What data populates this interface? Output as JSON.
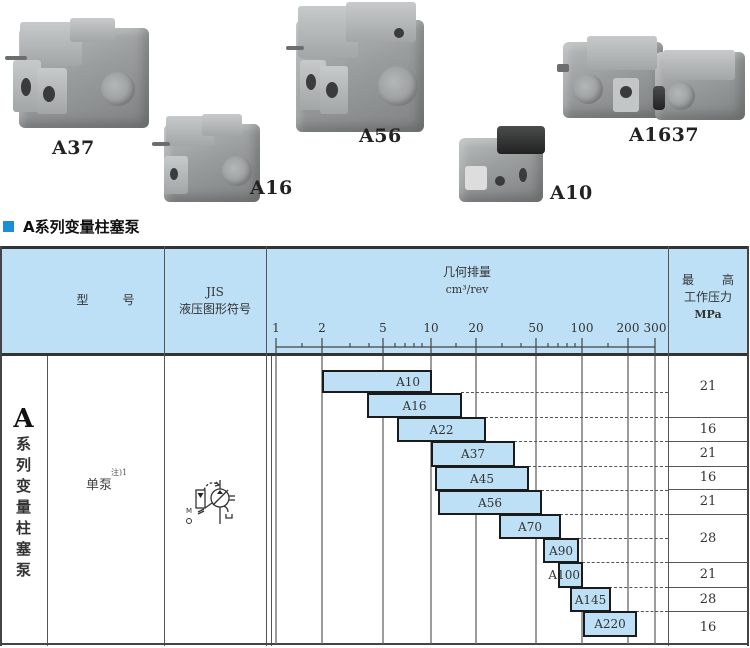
{
  "products": [
    {
      "label": "A37"
    },
    {
      "label": "A16"
    },
    {
      "label": "A56"
    },
    {
      "label": "A10"
    },
    {
      "label": "A1637"
    }
  ],
  "section_title": "A系列变量柱塞泵",
  "colors": {
    "accent_square": "#1a8fd6",
    "header_bg": "#bde0f6",
    "bar_fill": "#bde0f6",
    "bar_border": "#1b1b1b"
  },
  "table": {
    "headers": {
      "model": "型　　号",
      "model_part1": "型",
      "model_part2": "号",
      "jis_line1": "JIS",
      "jis_line2": "液压图形符号",
      "displacement_line1": "几何排量",
      "displacement_line2": "cm³/rev",
      "pressure_line1a": "最",
      "pressure_line1b": "高",
      "pressure_line2": "工作压力",
      "pressure_line3": "MPa"
    },
    "series_label_big": "A",
    "series_label_chars": [
      "系",
      "列",
      "变",
      "量",
      "柱",
      "塞",
      "泵"
    ],
    "type_label": "单泵",
    "type_note": "注)1",
    "jis_symbol": "variable-pump-symbol",
    "pressures": [
      "21",
      "16",
      "21",
      "16",
      "21",
      "28",
      "21",
      "28",
      "16"
    ]
  },
  "chart_data": {
    "type": "bar",
    "orientation": "horizontal-range",
    "title": "几何排量",
    "xlabel": "cm³/rev",
    "xscale": "log",
    "xlim": [
      1,
      300
    ],
    "x_ticks": [
      1,
      2,
      5,
      10,
      20,
      50,
      100,
      200,
      300
    ],
    "minor_ticks": [
      1.5,
      3,
      4,
      6,
      7,
      8,
      9,
      15,
      30,
      40,
      60,
      70,
      80,
      90,
      150
    ],
    "series": [
      {
        "name": "A10",
        "min": 2,
        "max": 10,
        "max_pressure_mpa": 21
      },
      {
        "name": "A16",
        "min": 4,
        "max": 16,
        "max_pressure_mpa": 21
      },
      {
        "name": "A22",
        "min": 6,
        "max": 22,
        "max_pressure_mpa": 16
      },
      {
        "name": "A37",
        "min": 10,
        "max": 37,
        "max_pressure_mpa": 21
      },
      {
        "name": "A45",
        "min": 11,
        "max": 45,
        "max_pressure_mpa": 16
      },
      {
        "name": "A56",
        "min": 11.5,
        "max": 56,
        "max_pressure_mpa": 21
      },
      {
        "name": "A70",
        "min": 27,
        "max": 70,
        "max_pressure_mpa": 28
      },
      {
        "name": "A90",
        "min": 55,
        "max": 90,
        "max_pressure_mpa": 28
      },
      {
        "name": "A100",
        "min": 70,
        "max": 100,
        "max_pressure_mpa": 21
      },
      {
        "name": "A145",
        "min": 80,
        "max": 145,
        "max_pressure_mpa": 28
      },
      {
        "name": "A220",
        "min": 100,
        "max": 220,
        "max_pressure_mpa": 16
      }
    ]
  }
}
